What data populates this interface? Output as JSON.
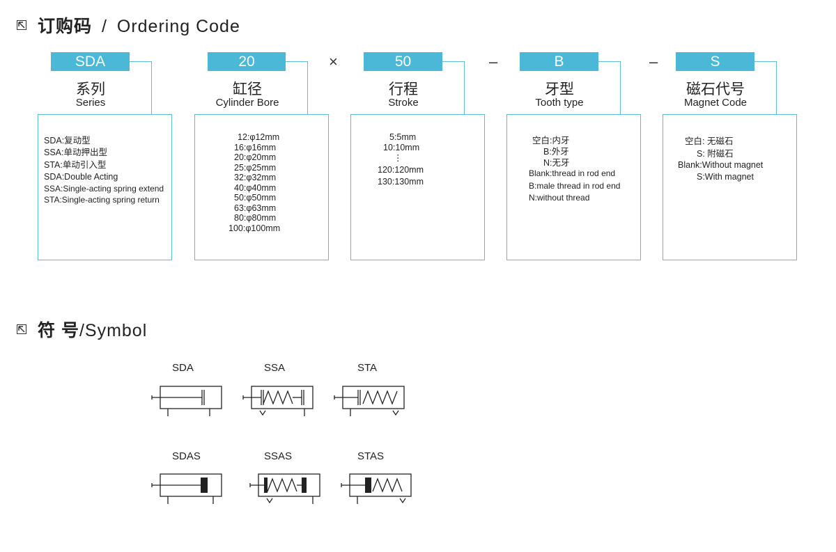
{
  "ordering": {
    "title_cn": "订购码",
    "title_sep": "/",
    "title_en": "Ordering Code",
    "separators": [
      "×",
      "–",
      "–"
    ],
    "columns": [
      {
        "code": "SDA",
        "cn": "系列",
        "en": "Series",
        "lines": [
          "SDA:复动型",
          "SSA:单动押出型",
          "STA:单动引入型",
          "SDA:Double Acting",
          "SSA:Single-acting spring extend",
          "STA:Single-acting spring return"
        ]
      },
      {
        "code": "20",
        "cn": "缸径",
        "en": "Cylinder Bore",
        "lines": [
          "12:φ12mm",
          "16:φ16mm",
          "20:φ20mm",
          "25:φ25mm",
          "32:φ32mm",
          "40:φ40mm",
          "50:φ50mm",
          "63:φ63mm",
          "80:φ80mm",
          "100:φ100mm"
        ]
      },
      {
        "code": "50",
        "cn": "行程",
        "en": "Stroke",
        "lines": [
          "5:5mm",
          "10:10mm",
          "⋮",
          "120:120mm",
          "130:130mm"
        ]
      },
      {
        "code": "B",
        "cn": "牙型",
        "en": "Tooth type",
        "lines": [
          "空白:内牙",
          "B:外牙",
          "N:无牙",
          "Blank:thread in rod end",
          "B:male thread in rod end",
          "N:without thread"
        ]
      },
      {
        "code": "S",
        "cn": "磁石代号",
        "en": "Magnet Code",
        "lines": [
          "空白:  无磁石",
          "S:  附磁石",
          "Blank:Without magnet",
          "S:With magnet"
        ]
      }
    ]
  },
  "symbol": {
    "title_cn": "符 号",
    "title_en": "/Symbol",
    "labels": [
      "SDA",
      "SSA",
      "STA",
      "SDAS",
      "SSAS",
      "STAS"
    ]
  }
}
